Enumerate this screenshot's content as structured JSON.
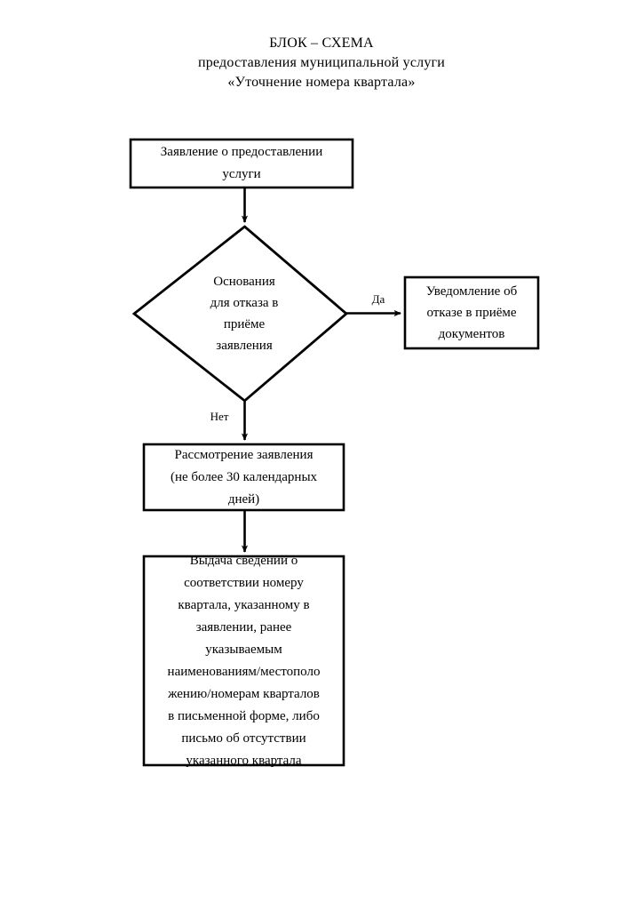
{
  "document": {
    "title_lines": [
      "БЛОК – СХЕМА",
      "предоставления муниципальной услуги",
      "«Уточнение номера квартала»"
    ]
  },
  "chart_data": {
    "type": "diagram",
    "diagram_kind": "flowchart",
    "title": "БЛОК – СХЕМА предоставления муниципальной услуги «Уточнение номера квартала»",
    "orientation": "top-to-bottom",
    "nodes": [
      {
        "id": "application",
        "shape": "rectangle",
        "lines": [
          "Заявление о предоставлении",
          "услуги"
        ]
      },
      {
        "id": "decision",
        "shape": "diamond",
        "lines": [
          "Основания",
          "для отказа в",
          "приёме",
          "заявления"
        ]
      },
      {
        "id": "refusal",
        "shape": "rectangle",
        "lines": [
          "Уведомление об",
          "отказе в приёме",
          "документов"
        ]
      },
      {
        "id": "review",
        "shape": "rectangle",
        "lines": [
          "Рассмотрение заявления",
          "(не более 30 календарных",
          "дней)"
        ]
      },
      {
        "id": "result",
        "shape": "rectangle",
        "lines": [
          "Выдача сведений о",
          "соответствии номеру",
          "квартала, указанному в",
          "заявлении, ранее",
          "указываемым",
          "наименованиям/местополо",
          "жению/номерам кварталов",
          "в письменной форме, либо",
          "письмо об отсутствии",
          "указанного квартала"
        ]
      }
    ],
    "edges": [
      {
        "id": "e1",
        "from": "application",
        "to": "decision",
        "label": ""
      },
      {
        "id": "e2",
        "from": "decision",
        "to": "refusal",
        "label": "Да"
      },
      {
        "id": "e3",
        "from": "decision",
        "to": "review",
        "label": "Нет"
      },
      {
        "id": "e4",
        "from": "review",
        "to": "result",
        "label": ""
      }
    ],
    "labels": {
      "yes": "Да",
      "no": "Нет"
    },
    "colors": {
      "stroke": "#000000",
      "fill": "#ffffff",
      "text": "#000000"
    }
  }
}
